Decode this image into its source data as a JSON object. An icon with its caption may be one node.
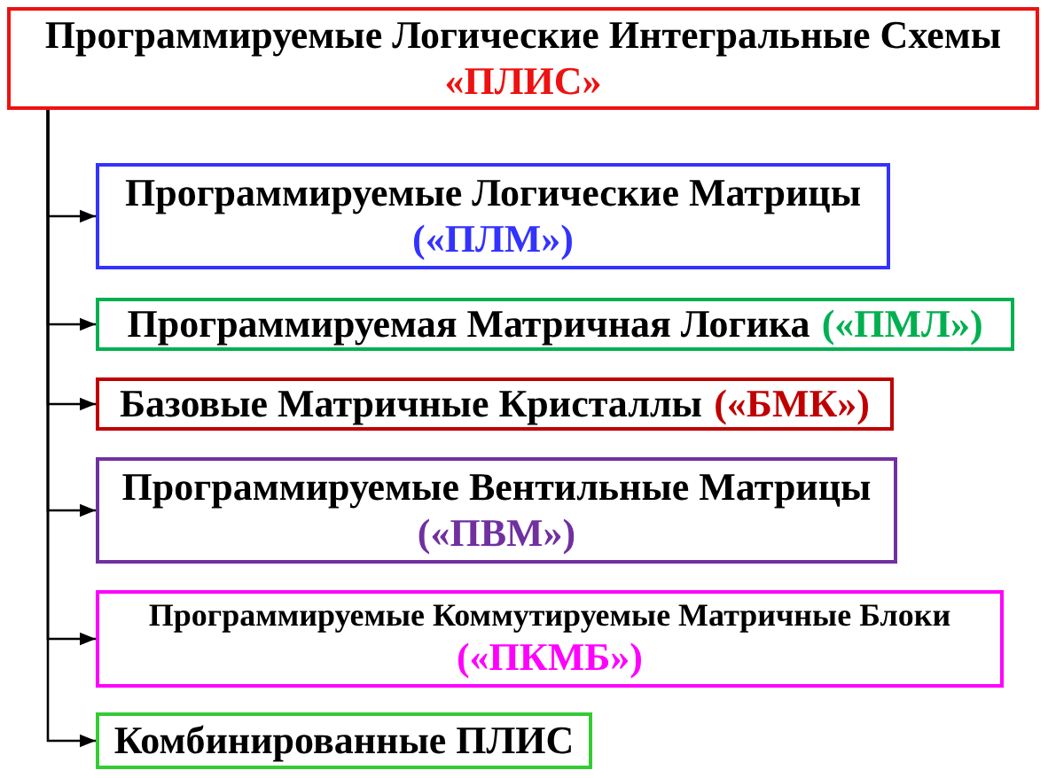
{
  "diagram": {
    "nodes": [
      {
        "text": [
          "Программируемые Логические Интегральные Схемы",
          "«ПЛИС»"
        ]
      },
      {
        "text": [
          "Программируемые Логические Матрицы",
          "(«ПЛМ»)"
        ]
      },
      {
        "text": [
          "Программируемая Матричная Логика",
          "(«ПМЛ»)"
        ]
      },
      {
        "text": [
          "Базовые Матричные Кристаллы",
          "(«БМК»)"
        ]
      },
      {
        "text": [
          "Программируемые Вентильные Матрицы",
          "(«ПВМ»)"
        ]
      },
      {
        "text": [
          "Программируемые Коммутируемые Матричные Блоки",
          "(«ПКМБ»)"
        ]
      },
      {
        "text": [
          "Комбинированные ПЛИС"
        ]
      }
    ],
    "edges": [
      {
        "from": 0,
        "to": 1,
        "arrow": "to"
      },
      {
        "from": 0,
        "to": 2,
        "arrow": "to"
      },
      {
        "from": 0,
        "to": 3,
        "arrow": "to"
      },
      {
        "from": 0,
        "to": 4,
        "arrow": "to"
      },
      {
        "from": 0,
        "to": 5,
        "arrow": "to"
      },
      {
        "from": 0,
        "to": 6,
        "arrow": "to"
      }
    ]
  }
}
